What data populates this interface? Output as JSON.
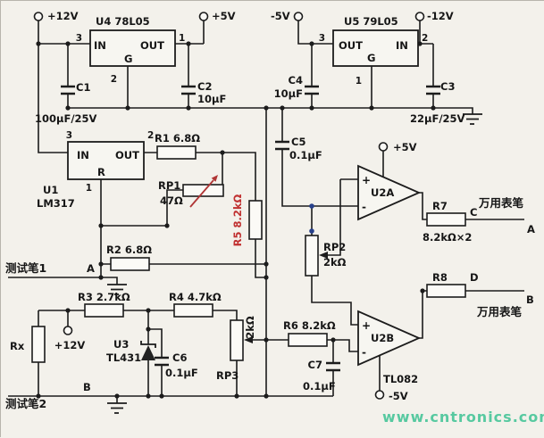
{
  "watermark": {
    "text": "www.cntronics.com",
    "color": "#57c9a0"
  },
  "colors": {
    "background": "#f3f1eb",
    "wire": "#1c1c1c",
    "red_label": "#c03030",
    "component_fill": "#faf9f5"
  },
  "power": {
    "p12v_top": "+12V",
    "p5v_top": "+5V",
    "n5v_top": "-5V",
    "n12v_top": "-12V",
    "p5v_opamp": "+5V",
    "n5v_opamp": "-5V",
    "p12v_bridge": "+12V"
  },
  "u4": {
    "title": "U4 78L05",
    "pin_in_label": "IN",
    "pin_out_label": "OUT",
    "pin_g_label": "G",
    "pin_in_num": "3",
    "pin_out_num": "1",
    "pin_g_num": "2"
  },
  "u5": {
    "title": "U5 79L05",
    "pin_out_label": "OUT",
    "pin_in_label": "IN",
    "pin_g_label": "G",
    "pin_out_num": "3",
    "pin_in_num": "2",
    "pin_g_num": "1"
  },
  "u1": {
    "ref": "U1",
    "part": "LM317",
    "pin_in_label": "IN",
    "pin_out_label": "OUT",
    "pin_r_label": "R",
    "pin_in_num": "3",
    "pin_out_num": "2",
    "pin_r_num": "1"
  },
  "u2a": {
    "ref": "U2A",
    "plus": "+",
    "minus": "-"
  },
  "u2b": {
    "ref": "U2B",
    "part": "TL082",
    "plus": "+",
    "minus": "-"
  },
  "u3": {
    "ref": "U3",
    "part": "TL431"
  },
  "caps": {
    "c1_ref": "C1",
    "c1_val": "100µF/25V",
    "c2_ref": "C2",
    "c2_val": "10µF",
    "c3_ref": "C3",
    "c3_val": "22µF/25V",
    "c4_ref": "C4",
    "c4_val": "10µF",
    "c5_ref": "C5",
    "c5_val": "0.1µF",
    "c6_ref": "C6",
    "c6_val": "0.1µF",
    "c7_ref": "C7",
    "c7_val": "0.1µF"
  },
  "res": {
    "r1": "R1 6.8Ω",
    "r2": "R2 6.8Ω",
    "r3": "R3 2.7kΩ",
    "r4": "R4 4.7kΩ",
    "r5": "R5 8.2kΩ",
    "r6": "R6 8.2kΩ",
    "r7_ref": "R7",
    "r7_val": "8.2kΩ×2",
    "r8_ref": "R8",
    "rx": "Rx"
  },
  "pots": {
    "rp1_ref": "RP1",
    "rp1_val": "47Ω",
    "rp2_ref": "RP2",
    "rp2_val": "2kΩ",
    "rp3_ref": "RP3",
    "rp3_val": "2kΩ"
  },
  "probes": {
    "test_pen_1": "测试笔1",
    "test_pen_2": "测试笔2",
    "multimeter_pen_top": "万用表笔",
    "multimeter_pen_bottom": "万用表笔",
    "node_a_left": "A",
    "node_b_left": "B",
    "node_c": "C",
    "node_d": "D",
    "terminal_a_right": "A",
    "terminal_b_right": "B"
  }
}
